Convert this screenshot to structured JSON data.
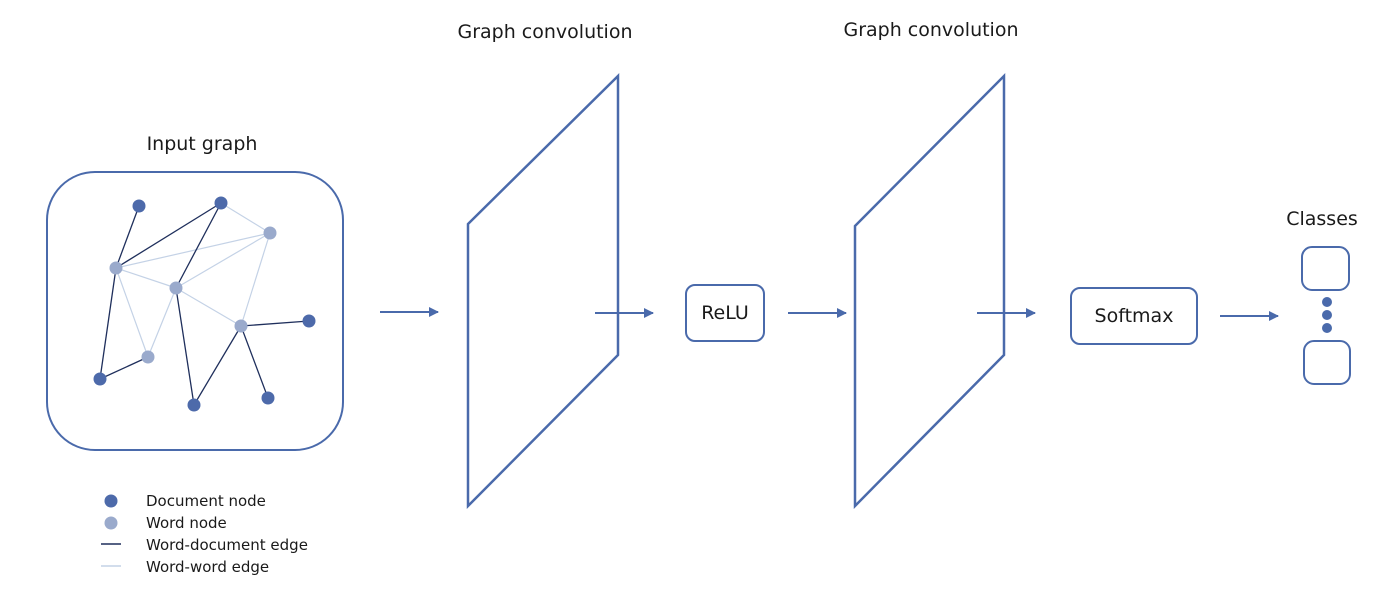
{
  "colors": {
    "primary": "#4a6aab",
    "document_node": "#4d6aaa",
    "word_node": "#9aaacc",
    "word_document_edge": "#1f2f5c",
    "word_word_edge": "#c4d2e6",
    "text": "#1a1a1a"
  },
  "titles": {
    "input_graph": "Input graph",
    "graph_conv_1": "Graph convolution",
    "graph_conv_2": "Graph convolution",
    "classes": "Classes"
  },
  "boxes": {
    "relu": "ReLU",
    "softmax": "Softmax"
  },
  "legend": [
    {
      "kind": "document-node",
      "label": "Document node",
      "icon": "filled-circle-icon"
    },
    {
      "kind": "word-node",
      "label": "Word node",
      "icon": "light-circle-icon"
    },
    {
      "kind": "word-document-edge",
      "label": "Word-document edge",
      "icon": "dark-line-icon"
    },
    {
      "kind": "word-word-edge",
      "label": "Word-word edge",
      "icon": "light-line-icon"
    }
  ]
}
